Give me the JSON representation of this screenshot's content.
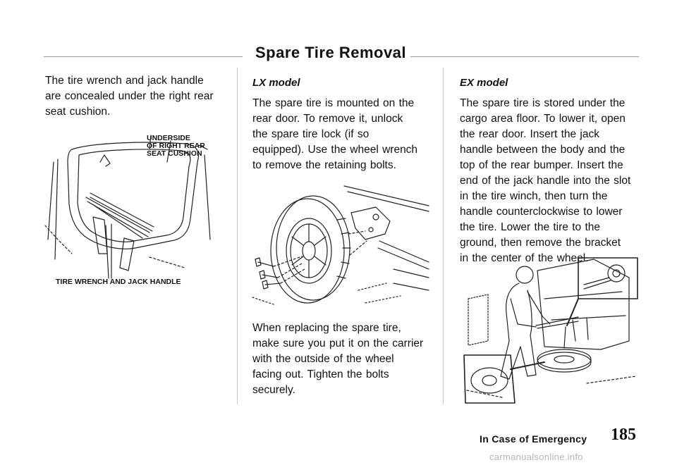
{
  "page": {
    "title": "Spare Tire Removal",
    "intro": {
      "line1": "The tire wrench and jack handle",
      "line2": "are concealed under the right rear",
      "line3": "seat cushion."
    },
    "figure_left": {
      "callout_top_1": "UNDERSIDE",
      "callout_top_2": "OF RIGHT REAR",
      "callout_top_3": "SEAT CUSHION",
      "callout_bottom": "TIRE WRENCH AND JACK HANDLE"
    },
    "lx": {
      "heading": "LX model",
      "lines": [
        "The spare tire is mounted on the",
        "rear door. To remove it, unlock",
        "the spare tire lock (if so",
        "equipped). Use the wheel wrench",
        "to remove the retaining bolts."
      ],
      "lines2": [
        "When replacing the spare tire,",
        "make sure you put it on the carrier",
        "with the outside of the wheel",
        "facing out. Tighten the bolts",
        "securely."
      ]
    },
    "ex": {
      "heading": "EX model",
      "lines": [
        "The spare tire is stored under the",
        "cargo area floor. To lower it, open",
        "the rear door. Insert the jack",
        "handle between the body and the",
        "top of the rear bumper. Insert the",
        "end of the jack handle into the slot",
        "in the tire winch, then turn the",
        "handle counterclockwise to lower",
        "the tire. Lower the tire to the",
        "ground, then remove the bracket",
        "in the center of the wheel."
      ]
    },
    "footer": {
      "section": "In Case of Emergency",
      "page_number": "185"
    },
    "watermark": "carmanualsonline.info"
  }
}
